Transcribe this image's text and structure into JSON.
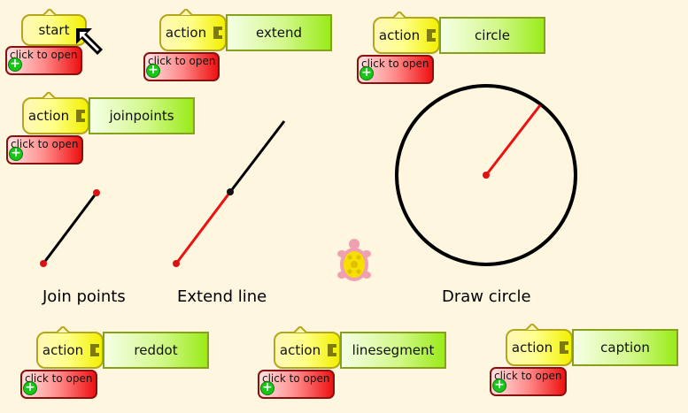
{
  "blocks": {
    "start": {
      "label": "start",
      "open_label": "click to open"
    },
    "extend": {
      "action_label": "action",
      "name": "extend",
      "open_label": "click to open"
    },
    "circle": {
      "action_label": "action",
      "name": "circle",
      "open_label": "click to open"
    },
    "joinpoints": {
      "action_label": "action",
      "name": "joinpoints",
      "open_label": "click to open"
    },
    "reddot": {
      "action_label": "action",
      "name": "reddot",
      "open_label": "click to open"
    },
    "linesegment": {
      "action_label": "action",
      "name": "linesegment",
      "open_label": "click to open"
    },
    "caption": {
      "action_label": "action",
      "name": "caption",
      "open_label": "click to open"
    }
  },
  "captions": {
    "join_points": "Join points",
    "extend_line": "Extend line",
    "draw_circle": "Draw circle"
  },
  "colors": {
    "background": "#fef6df",
    "line_black": "#000000",
    "line_red": "#ee1111",
    "turtle_body": "#f0a0b0",
    "turtle_shell": "#f5e000"
  },
  "icons": {
    "cursor": "arrow-cursor-icon",
    "open": "plus-icon",
    "turtle": "turtle-icon"
  }
}
